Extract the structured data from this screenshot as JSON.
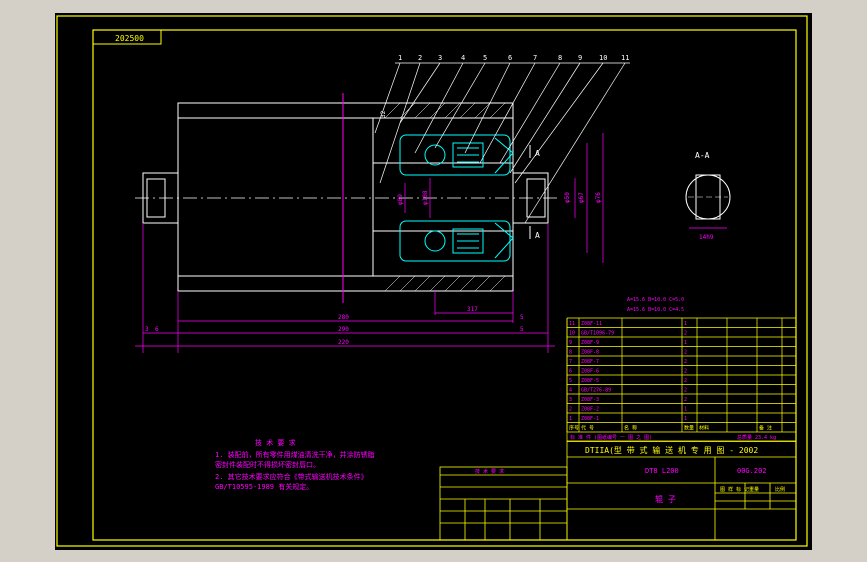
{
  "drawing": {
    "stamp": "202500",
    "callouts": [
      "1",
      "2",
      "3",
      "4",
      "5",
      "6",
      "7",
      "8",
      "9",
      "10",
      "11"
    ],
    "dimensions": {
      "d1": "280",
      "d2": "290",
      "d3": "220",
      "small_left_a": "3",
      "small_left_b": "6",
      "small_right_a": "5",
      "small_right_b": "5",
      "d4": "317",
      "v1": "φ108",
      "v2": "φ89",
      "v3": "φ50",
      "v4": "φ67",
      "v5": "φ76",
      "shaft_top": "32"
    },
    "section_label": "A-A",
    "section_mark": "A",
    "section_dim": "14h9",
    "notes": {
      "title": "技 术 要 求",
      "lines": [
        "1. 装配前，所有零件用煤油清洗干净，并涂防锈脂",
        "   密封件装配时不得损坏密封唇口。",
        "2. 其它技术要求应符合《带式输送机技术条件》",
        "   GB/T10595-1989 有关规定。"
      ]
    },
    "small_notes": [
      "A=15.6 B=10.0 C=5.0",
      "A=15.6 B=10.0 C=4.5"
    ],
    "parts_table": {
      "rows": [
        [
          "11",
          "Z08F-11",
          "",
          "1",
          "",
          "",
          "",
          ""
        ],
        [
          "10",
          "GB/T1096-79",
          "",
          "2",
          "",
          "",
          "",
          ""
        ],
        [
          "9",
          "Z08F-9",
          "",
          "1",
          "",
          "",
          "",
          ""
        ],
        [
          "8",
          "Z08F-8",
          "",
          "2",
          "",
          "",
          "",
          ""
        ],
        [
          "7",
          "Z08F-7",
          "",
          "2",
          "",
          "",
          "",
          ""
        ],
        [
          "6",
          "Z08F-6",
          "",
          "2",
          "",
          "",
          "",
          ""
        ],
        [
          "5",
          "Z08F-5",
          "",
          "2",
          "",
          "",
          "",
          ""
        ],
        [
          "4",
          "GB/T276-89",
          "",
          "2",
          "",
          "",
          "",
          ""
        ],
        [
          "3",
          "Z08F-3",
          "",
          "2",
          "",
          "",
          "",
          ""
        ],
        [
          "2",
          "Z08F-2",
          "",
          "1",
          "",
          "",
          "",
          ""
        ],
        [
          "1",
          "Z08F-1",
          "",
          "1",
          "",
          "",
          "",
          ""
        ]
      ],
      "header": [
        "序号",
        "代 号",
        "名 称",
        "数量",
        "材料",
        "",
        "备 注",
        ""
      ],
      "footer": "标  准  件  (图纸编号 一  图  之  图)",
      "weight": "总质量  23.4 kg"
    },
    "title_block": {
      "title": "DTIIA(型  带 式 输 送 机 专 用 图 - 2002",
      "code1": "DT8 L200",
      "code2": "00G.202",
      "name": "辊  子",
      "small_heads": [
        "图 样 标 记",
        "重量",
        "比例"
      ],
      "small_vals": [
        "",
        "",
        ""
      ]
    },
    "revision_table": {
      "title": "技 术 要 求"
    }
  },
  "colors": {
    "frame": "#ffff00",
    "body": "#ffffff",
    "dim": "#ff00ff",
    "part": "#00ffff",
    "leader": "#ffffff",
    "table": "#ffff00",
    "note": "#ff00ff"
  }
}
